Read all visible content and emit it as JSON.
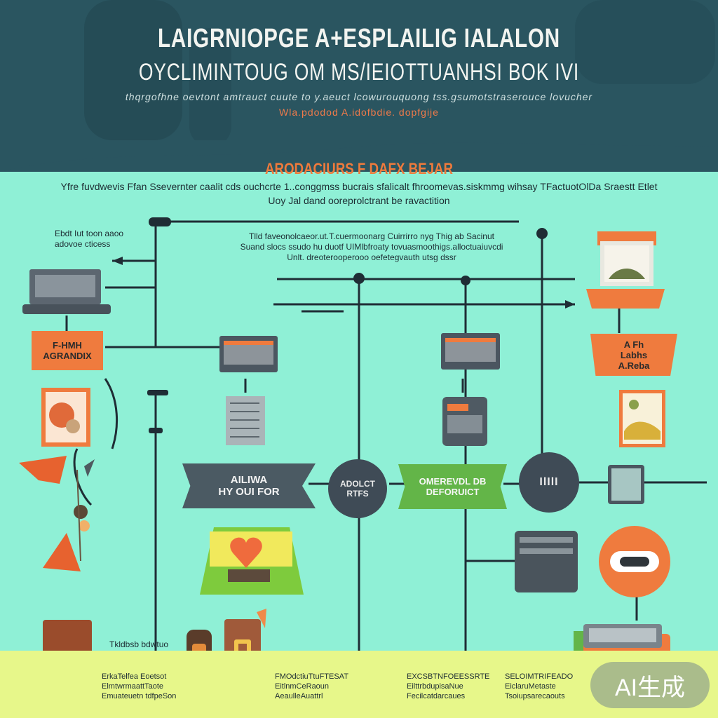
{
  "header": {
    "title_line1": "LAIGRNIOPGE A+ESPLAILIG IALALON",
    "title_line2": "OYCLIMINTOUG OM MS/IEIOTTUANHSI BOK IVI",
    "subtitle": "thqrgofhne oevtont amtrauct cuute to y.aeuct lcowurouquong tss.gsumotstraserouce lovucher",
    "subtitle_accent": "Wla.pdodod A.idofbdie. dopfgije"
  },
  "section": {
    "title": "ARODACIURS  F DAFX BEJAR",
    "intro_line1": "Yfre fuvdwevis Ffan Ssevernter caalit cds ouchcrte 1..conggmss bucrais sfalicalt fhroomevas.siskmmg wihsay TFactuotOlDa Sraestt Etlet",
    "intro_line2": "Uoy Jal dand ooreprolctrant be ravactition"
  },
  "notes": {
    "top_left": "Ebdt Iut toon aaoo\nadovoe cticess",
    "center_top": "Tlld faveonolcaeor.ut.T.cuermoonarg Cuirrirro nyg Thig ab Sacinut\nSuand slocs ssudo hu duotf UIMlbfroaty tovuasmoothigs.alloctuaiuvcdi\nUnlt. dreoterooperooo oefetegvauth utsg dssr"
  },
  "banners": {
    "left_orange": "F-HMH\nAGRANDIX",
    "right_orange": "A Fh\nLabhs\nA.Reba",
    "dark_banner": "AILIWA\nHY OUI FOR",
    "green_banner": "OMEREVDL DB\nDEFORUICT"
  },
  "circles": {
    "center": "ADOLCT\nRTFS",
    "right": "IlIlI"
  },
  "footer": {
    "left_caption": "Tkldbsb bdwtuo",
    "col1": "ErkaTelfea Eoetsot\nElmtwrmaattTaote\nEmuateuetn tdfpeSon",
    "col2": "FMOdctiuTtuFTESAT\nEitlnmCeRaoun\nAeaulleAuattrl",
    "col3": "EXCSBTNFOEESSRTE\nEilttrbdupisaNue\nFecilcatdarcaues",
    "col4": "SELOIMTRIFEADO\nEiclaruMetaste\nTsoiupsarecaouts"
  },
  "watermark": "AI生成",
  "colors": {
    "background": "#8ff0d6",
    "header": "#2a5560",
    "accent_orange": "#ef7b3e",
    "accent_green": "#63b548",
    "footer": "#e7f78a",
    "node_dark": "#3f4b56"
  }
}
